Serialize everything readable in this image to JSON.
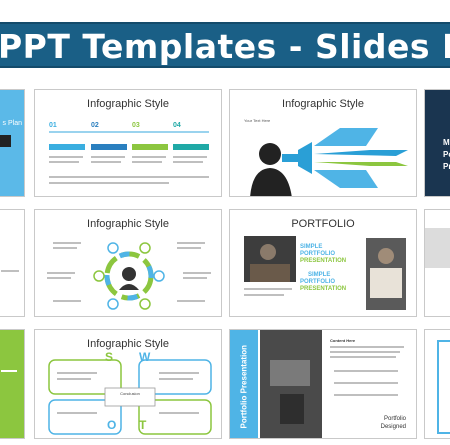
{
  "banner": {
    "title": "PPT Templates - Slides No"
  },
  "slides": {
    "top_left": {
      "text": "s Plan"
    },
    "top_middle": {
      "title": "Infographic Style",
      "steps": [
        {
          "number": "01",
          "color": "#3aaee0"
        },
        {
          "number": "02",
          "color": "#2a7fbf"
        },
        {
          "number": "03",
          "color": "#8cc63f"
        },
        {
          "number": "04",
          "color": "#1fa9a6"
        }
      ]
    },
    "top_right": {
      "title": "Infographic Style",
      "subtitle": "Your Text Here"
    },
    "top_far_right": {
      "lines": [
        "M",
        "Po",
        "Pr"
      ]
    },
    "mid_middle": {
      "title": "Infographic Style"
    },
    "mid_right": {
      "title": "PORTFOLIO",
      "text_a": [
        "SIMPLE",
        "PORTFOLIO",
        "PRESENTATION"
      ],
      "text_b": [
        "SIMPLE",
        "PORTFOLIO",
        "PRESENTATION"
      ]
    },
    "bottom_middle": {
      "title": "Infographic Style",
      "letters": [
        "S",
        "W",
        "O",
        "T"
      ],
      "center": "Conclusion"
    },
    "bottom_right": {
      "side_title": "Portfolio Presentation",
      "heading": "Content Here",
      "footer": [
        "Portfolio",
        "Designed"
      ]
    }
  },
  "colors": {
    "banner": "#1a5f86",
    "light_blue": "#4fb4e6",
    "green": "#8cc63f"
  }
}
